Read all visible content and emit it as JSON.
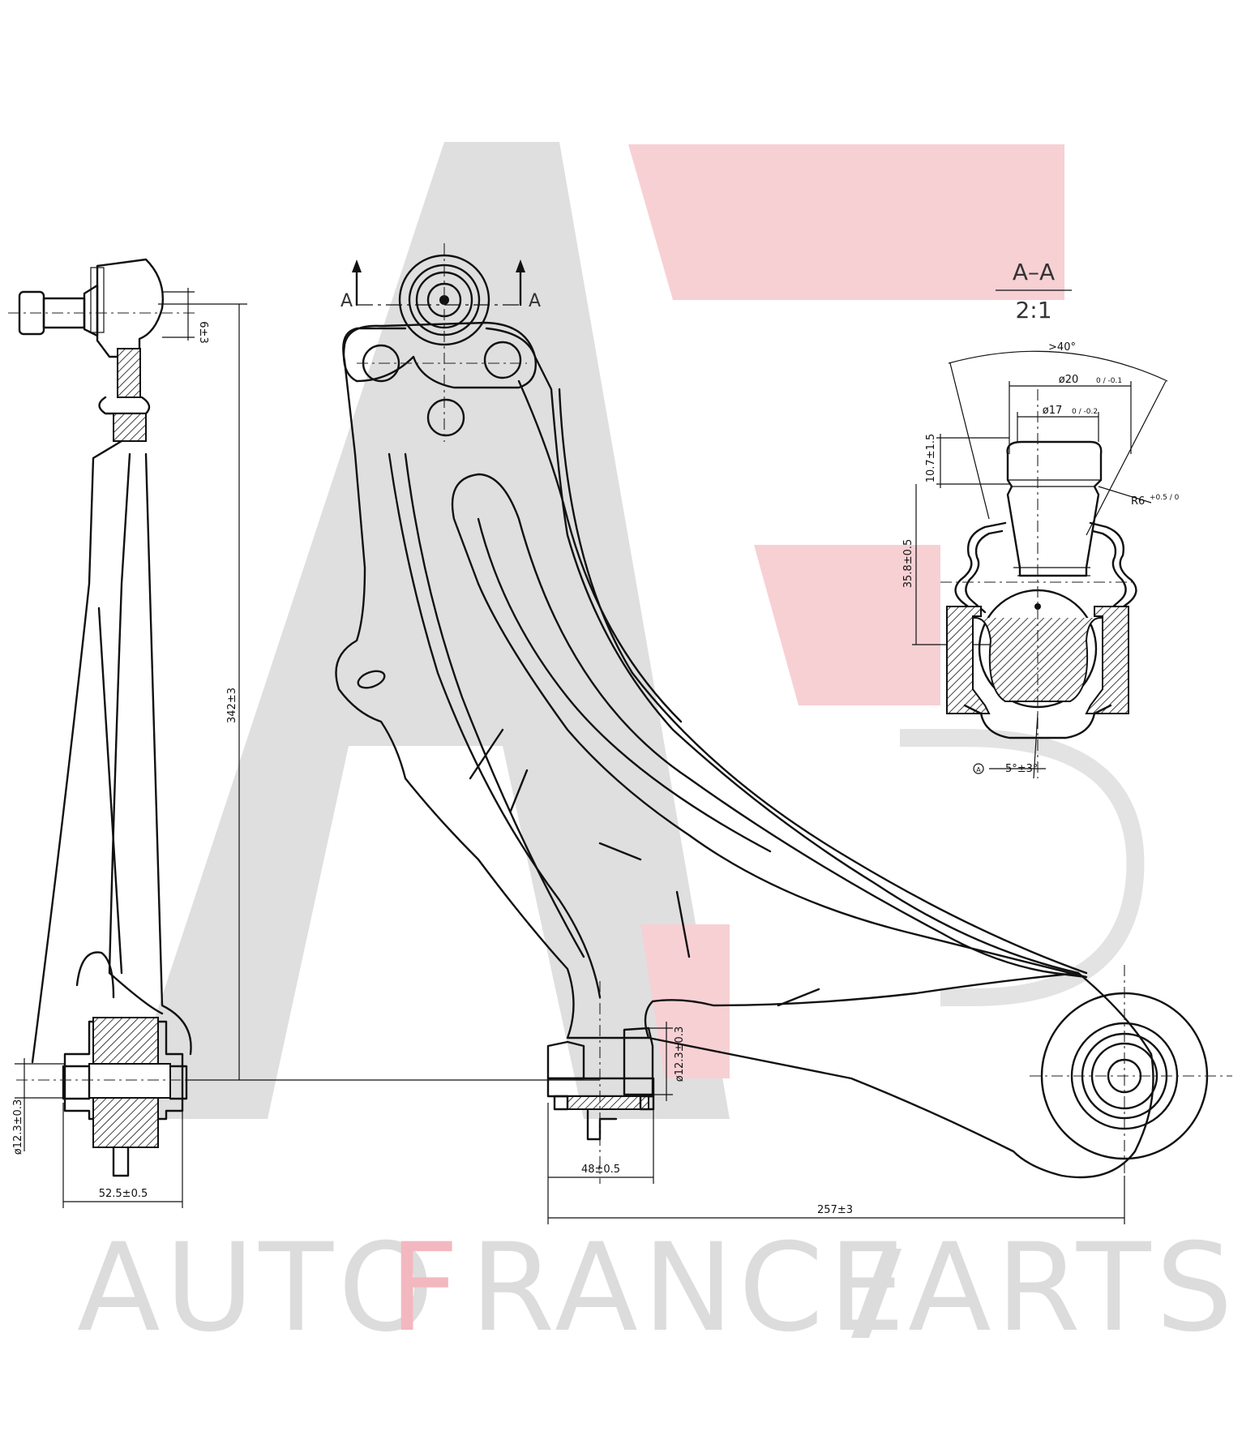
{
  "watermark": {
    "word1": "AUTO",
    "word2_first": "F",
    "word2_rest": "RANCE",
    "word3_rest": "ARTS",
    "gray": "#dcdcdc",
    "red": "#f7d0d4"
  },
  "section": {
    "label": "A–A",
    "scale": "2:1",
    "marker": "A"
  },
  "dimensions": {
    "height_342": "342±3",
    "offset_6": "6±3",
    "bush_dia_left": "ø12.3±0.3",
    "bush_dia_mid": "ø12.3±0.3",
    "width_52": "52.5±0.5",
    "width_48": "48±0.5",
    "length_257": "257±3",
    "angle_cone": ">40°",
    "dia_20": "ø20",
    "dia_20_tol": "0 / -0.1",
    "dia_17": "ø17",
    "dia_17_tol": "0 / -0.2",
    "h_10": "10.7±1.5",
    "h_35": "35.8±0.5",
    "radius": "R6",
    "radius_tol": "+0.5 / 0",
    "tilt": "5°±3°",
    "tilt_ref": "A"
  }
}
